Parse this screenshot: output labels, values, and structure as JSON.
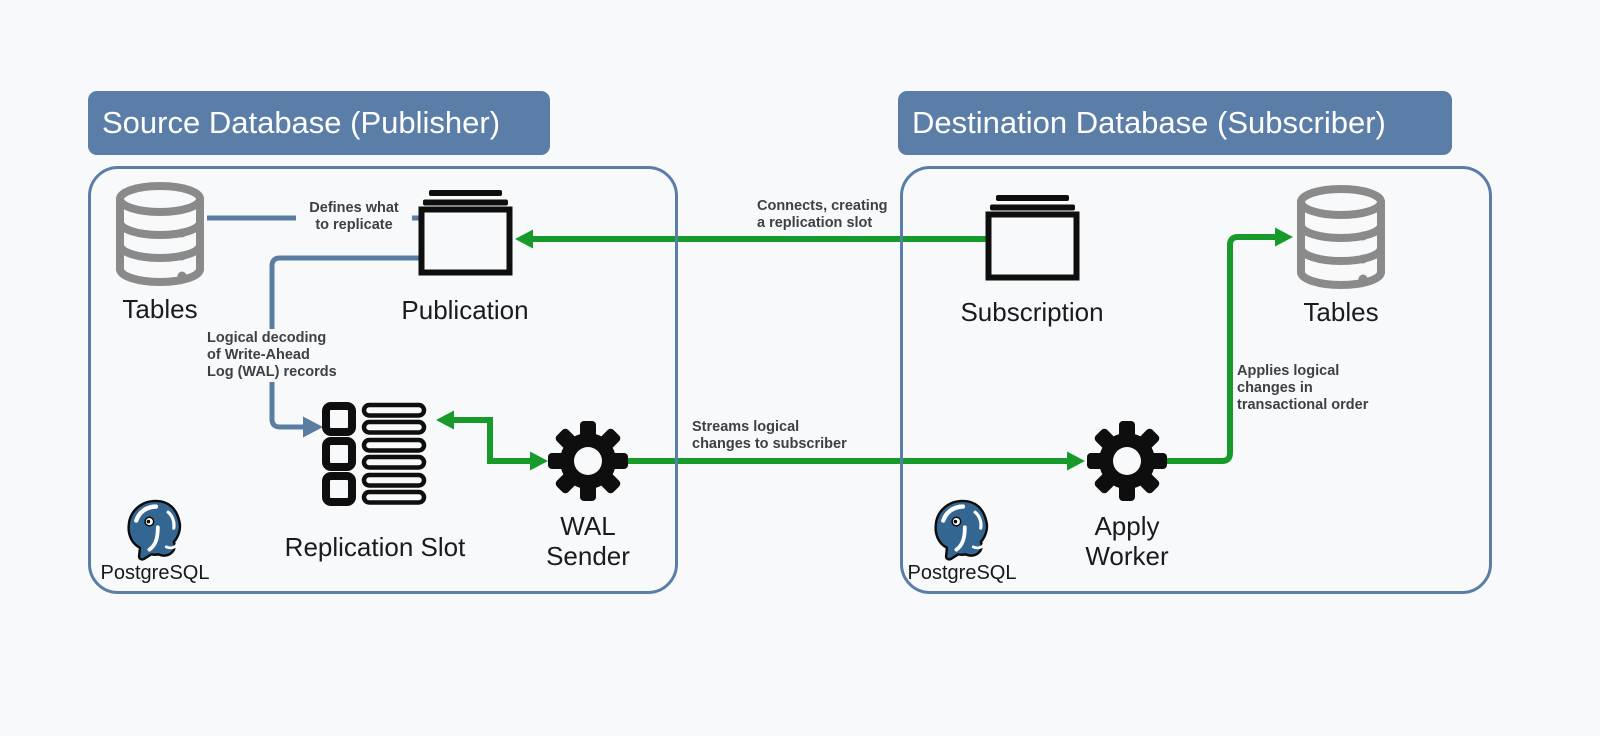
{
  "publisher": {
    "title": "Source Database (Publisher)",
    "tables_label": "Tables",
    "publication_label": "Publication",
    "replication_slot_label": "Replication Slot",
    "wal_sender_lines": [
      "WAL",
      "Sender"
    ],
    "postgres_label": "PostgreSQL"
  },
  "subscriber": {
    "title": "Destination Database (Subscriber)",
    "subscription_label": "Subscription",
    "apply_worker_lines": [
      "Apply",
      "Worker"
    ],
    "tables_label": "Tables",
    "postgres_label": "PostgreSQL"
  },
  "edge_labels": {
    "defines": [
      "Defines what",
      "to replicate"
    ],
    "logical_decoding": [
      "Logical decoding",
      "of Write-Ahead",
      "Log (WAL) records"
    ],
    "connects": [
      "Connects, creating",
      "a replication slot"
    ],
    "streams": [
      "Streams logical",
      "changes to subscriber"
    ],
    "applies": [
      "Applies logical",
      "changes in",
      "transactional order"
    ]
  },
  "icons": {
    "tables": "database-cylinder-icon",
    "publication": "document-stack-icon",
    "subscription": "document-stack-icon",
    "replication_slot": "checklist-icon",
    "wal_sender": "gear-icon",
    "apply_worker": "gear-icon",
    "logo": "postgresql-elephant-icon"
  },
  "colors": {
    "background": "#f8f9fa",
    "header_bg": "#5b7ea9",
    "box_border": "#5b7ea9",
    "connector_blue": "#5b7da2",
    "connector_green": "#189a2b",
    "icon_gray": "#8a8a8a",
    "icon_black": "#0e0e0e",
    "postgres_blue": "#336791"
  }
}
